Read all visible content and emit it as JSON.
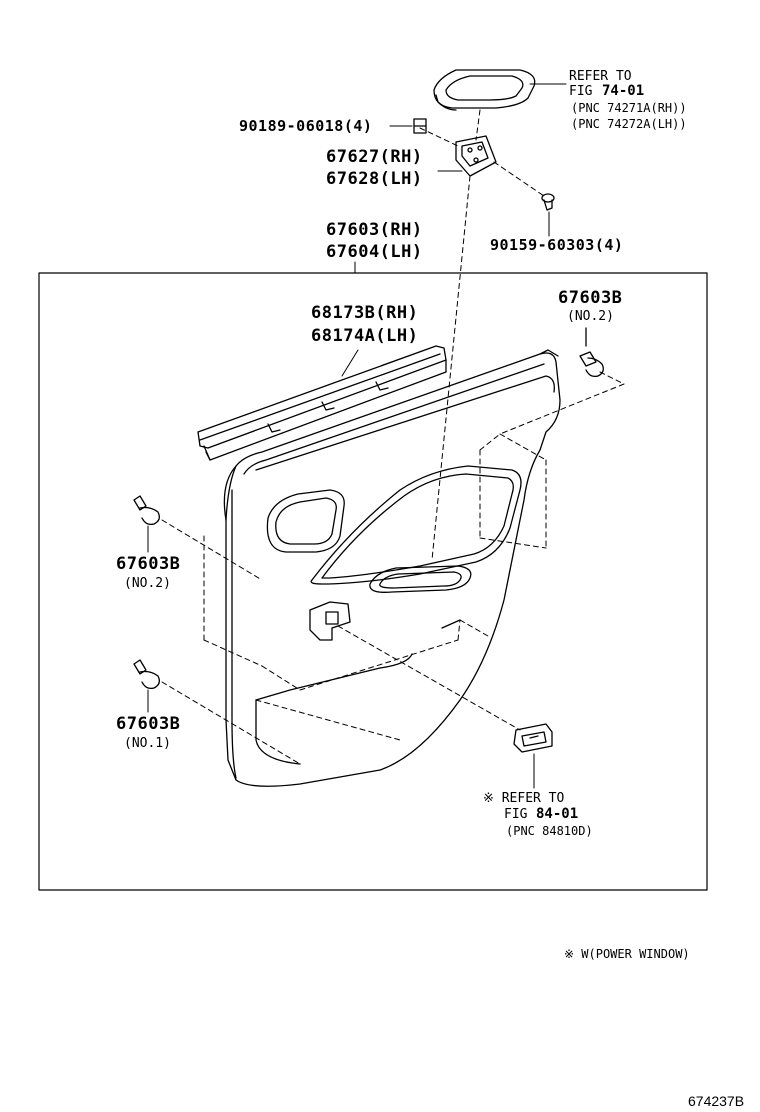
{
  "labels": {
    "ref_top_line1": "REFER TO",
    "ref_top_fig_prefix": "FIG",
    "ref_top_fig": "74-01",
    "ref_top_pnc_rh": "(PNC 74271A(RH))",
    "ref_top_pnc_lh": "(PNC 74272A(LH))",
    "screw_90189": "90189-06018(4)",
    "part_67627": "67627(RH)",
    "part_67628": "67628(LH)",
    "screw_90159": "90159-60303(4)",
    "panel_67603": "67603(RH)",
    "panel_67604": "67604(LH)",
    "weather_68173b": "68173B(RH)",
    "weather_68174a": "68174A(LH)",
    "clip_right_part": "67603B",
    "clip_right_no": "(NO.2)",
    "clip_left_upper_part": "67603B",
    "clip_left_upper_no": "(NO.2)",
    "clip_left_lower_part": "67603B",
    "clip_left_lower_no": "(NO.1)",
    "ref_bottom_line1": "※ REFER TO",
    "ref_bottom_fig_prefix": "FIG",
    "ref_bottom_fig": "84-01",
    "ref_bottom_pnc": "(PNC 84810D)",
    "footnote": "※ W(POWER WINDOW)",
    "drawing_number": "674237B"
  },
  "icons": {
    "armrest_cover": "armrest-cover-icon",
    "bracket": "bracket-icon",
    "nut": "clip-nut-icon",
    "screw": "screw-icon",
    "door_panel": "door-trim-panel-icon",
    "weatherstrip": "weatherstrip-icon",
    "clip": "push-clip-icon",
    "switch": "power-window-switch-icon"
  }
}
